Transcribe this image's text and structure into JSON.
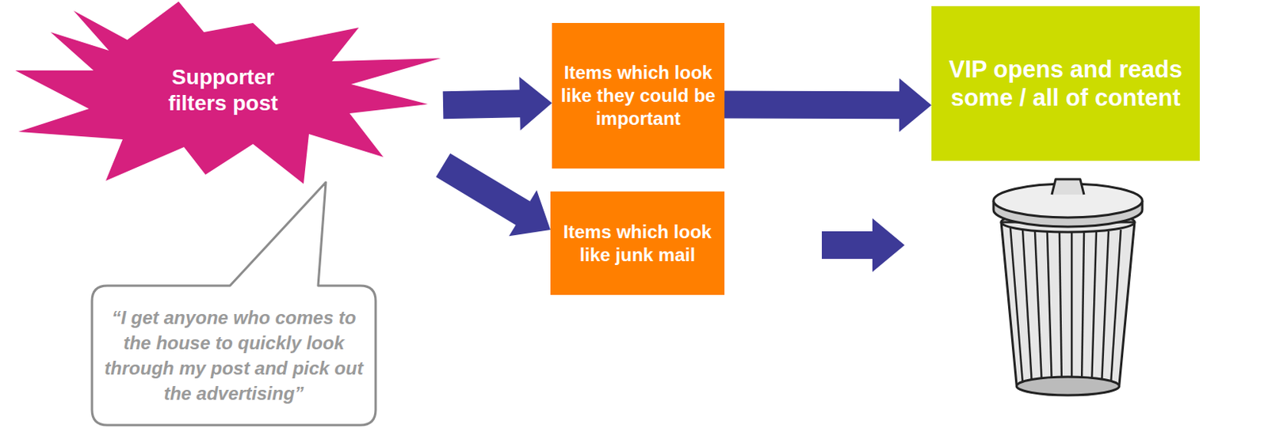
{
  "diagram": {
    "nodes": [
      {
        "text": [
          "Supporter filters post"
        ]
      },
      {
        "text": [
          "Items which look like they could be important"
        ]
      },
      {
        "text": [
          "VIP opens and reads some / all of content"
        ]
      },
      {
        "text": [
          "Items which look like junk mail"
        ]
      },
      {
        "text": [
          "“I get anyone who comes to the house to quickly look through my post and pick out the advertising”"
        ]
      }
    ],
    "edges": [
      {
        "from": 0,
        "to": 1,
        "arrow": "to"
      },
      {
        "from": 0,
        "to": 3,
        "arrow": "to"
      },
      {
        "from": 1,
        "to": 2,
        "arrow": "to"
      }
    ]
  }
}
